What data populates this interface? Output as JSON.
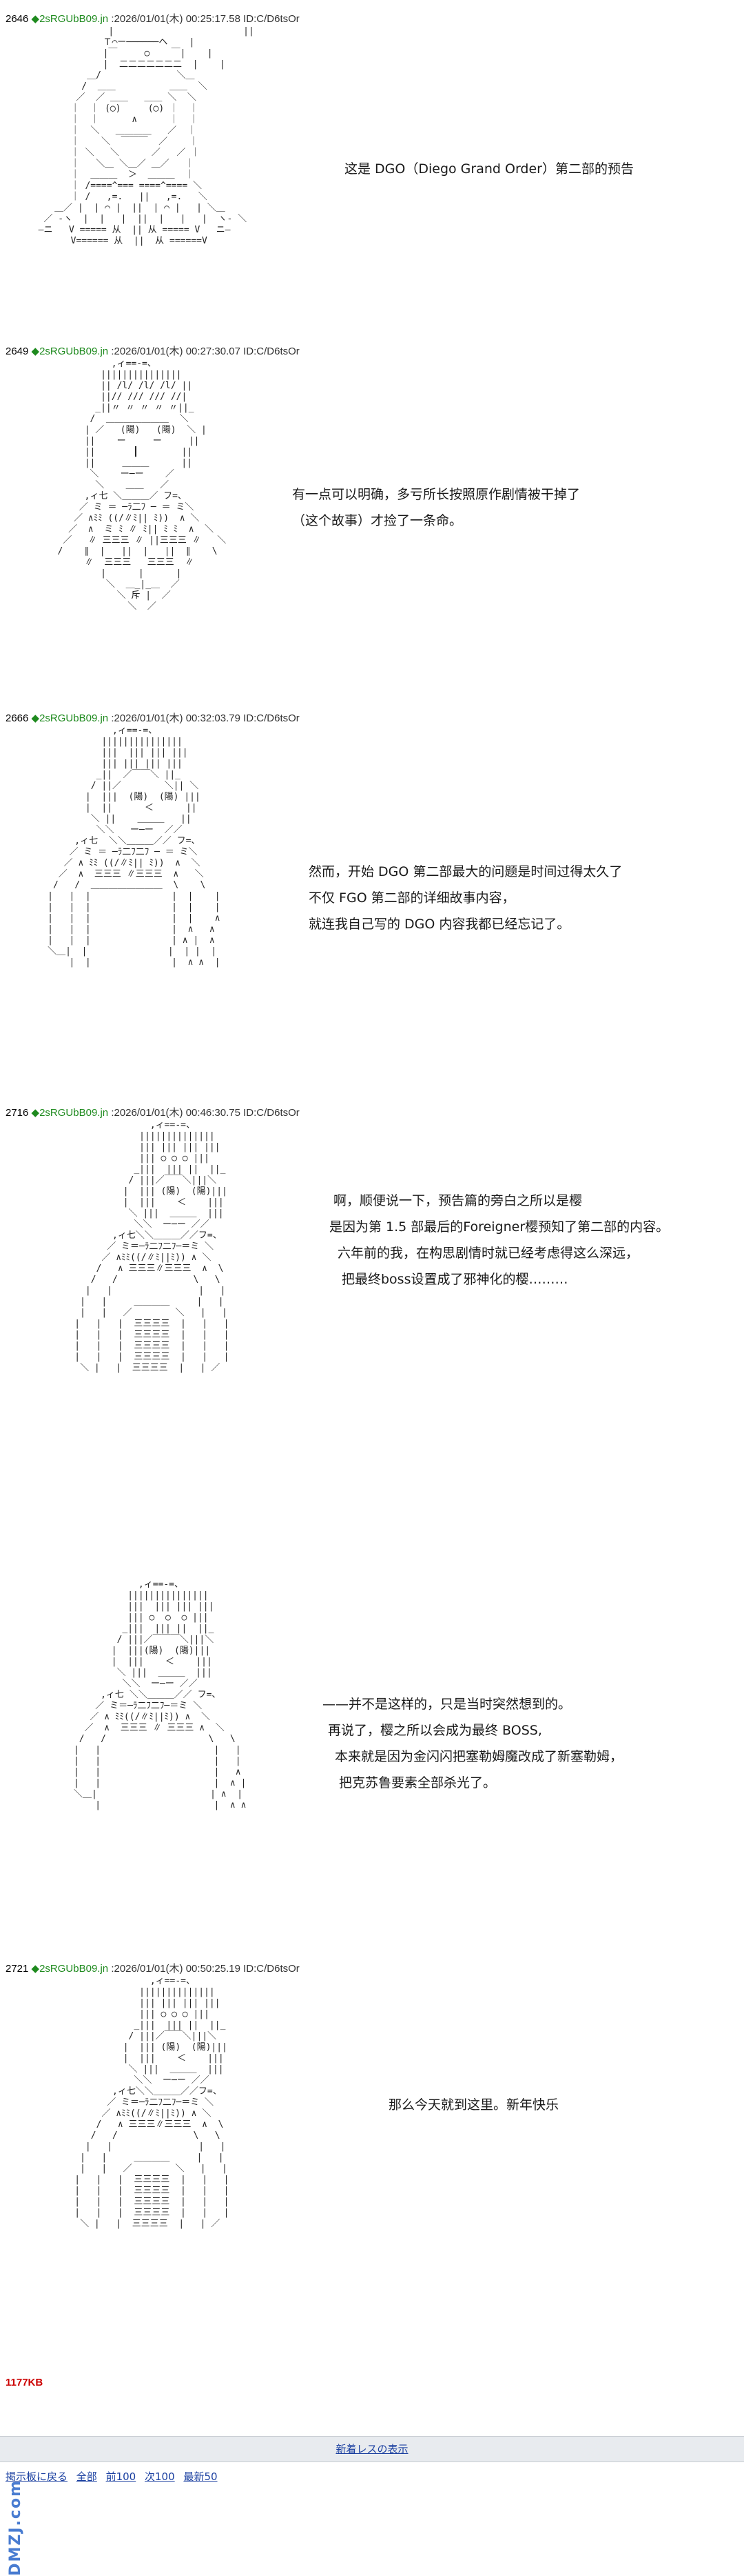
{
  "posts": [
    {
      "number": "2646",
      "trip": "◆2sRGUbB09.jn",
      "meta": ":2026/01/01(木) 00:25:17.58 ID:C/D6tsOr",
      "lines": [
        "这是 DGO（Diego Grand Order）第二部的预告"
      ]
    },
    {
      "number": "2649",
      "trip": "◆2sRGUbB09.jn",
      "meta": ":2026/01/01(木) 00:27:30.07 ID:C/D6tsOr",
      "lines": [
        "有一点可以明确，多亏所长按照原作剧情被干掉了",
        "（这个故事）才捡了一条命。"
      ]
    },
    {
      "number": "2666",
      "trip": "◆2sRGUbB09.jn",
      "meta": ":2026/01/01(木) 00:32:03.79 ID:C/D6tsOr",
      "lines": [
        "然而，开始 DGO 第二部最大的问题是时间过得太久了",
        "不仅 FGO 第二部的详细故事内容，",
        "就连我自己写的 DGO 内容我都已经忘记了。"
      ]
    },
    {
      "number": "2716",
      "trip": "◆2sRGUbB09.jn",
      "meta": ":2026/01/01(木) 00:46:30.75 ID:C/D6tsOr",
      "lines": [
        "啊，顺便说一下，预告篇的旁白之所以是樱",
        "是因为第 1.5 部最后的Foreigner樱预知了第二部的内容。",
        "六年前的我，在构思剧情时就已经考虑得这么深远，",
        "把最终boss设置成了邪神化的樱………"
      ]
    },
    {
      "lines": [
        "——并不是这样的，只是当时突然想到的。",
        "再说了，樱之所以会成为最终 BOSS,",
        "本来就是因为金闪闪把塞勒姆魔改成了新塞勒姆，",
        "把克苏鲁要素全部杀光了。"
      ]
    },
    {
      "number": "2721",
      "trip": "◆2sRGUbB09.jn",
      "meta": ":2026/01/01(木) 00:50:25.19 ID:C/D6tsOr",
      "lines": [
        "那么今天就到这里。新年快乐"
      ]
    }
  ],
  "footer": {
    "file_size": "1177KB",
    "new_res_link": "新着レスの表示",
    "nav_links": [
      "掲示板に戻る",
      "全部",
      "前100",
      "次100",
      "最新50"
    ]
  },
  "watermark": "DMZJ.com",
  "colors": {
    "trip": "#1e8a1e",
    "link": "#1a3fa0",
    "file_size": "#cc0000",
    "bar_bg": "#e8ebef"
  }
}
